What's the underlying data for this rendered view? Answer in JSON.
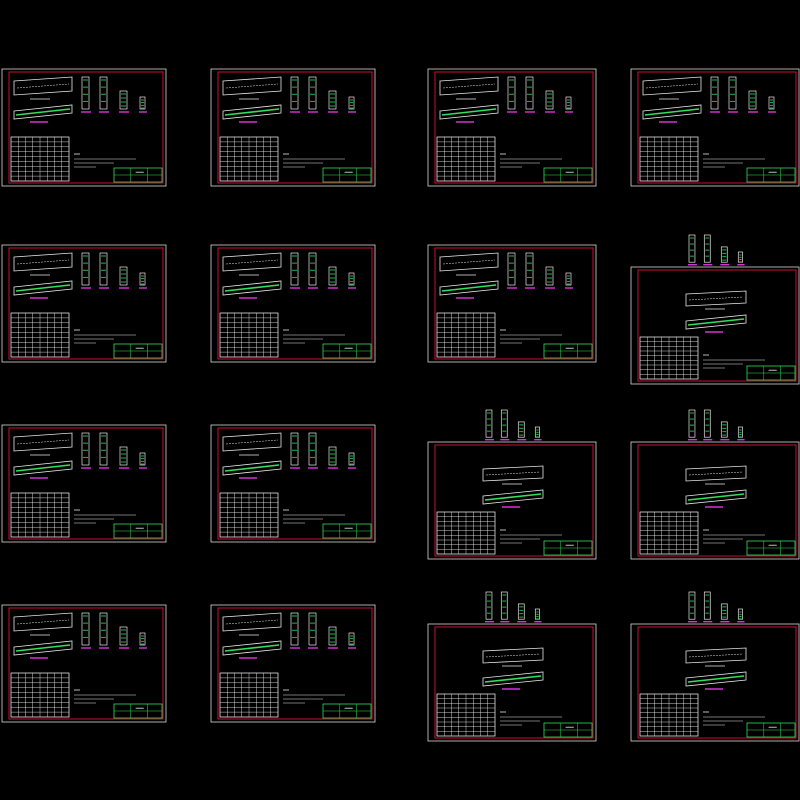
{
  "canvas": {
    "background": "#000000"
  },
  "colors": {
    "outer_frame": "#d8d8d8",
    "inner_frame": "#e0103c",
    "beam": "#e8e8e8",
    "beam_inner": "#2fe05a",
    "table_line": "#ffffff",
    "label": "#ff3cff",
    "title_block": "#2fe05a",
    "note_text": "#e8e8e8"
  },
  "sheets": [
    {
      "id": "sheet-1",
      "layout": "standard"
    },
    {
      "id": "sheet-2",
      "layout": "standard"
    },
    {
      "id": "sheet-3",
      "layout": "standard"
    },
    {
      "id": "sheet-4",
      "layout": "standard"
    },
    {
      "id": "sheet-5",
      "layout": "standard"
    },
    {
      "id": "sheet-6",
      "layout": "standard"
    },
    {
      "id": "sheet-7",
      "layout": "standard"
    },
    {
      "id": "sheet-8",
      "layout": "overflow"
    },
    {
      "id": "sheet-9",
      "layout": "standard"
    },
    {
      "id": "sheet-10",
      "layout": "standard"
    },
    {
      "id": "sheet-11",
      "layout": "overflow"
    },
    {
      "id": "sheet-12",
      "layout": "overflow"
    },
    {
      "id": "sheet-13",
      "layout": "standard"
    },
    {
      "id": "sheet-14",
      "layout": "standard"
    },
    {
      "id": "sheet-15",
      "layout": "overflow"
    },
    {
      "id": "sheet-16",
      "layout": "overflow"
    }
  ]
}
